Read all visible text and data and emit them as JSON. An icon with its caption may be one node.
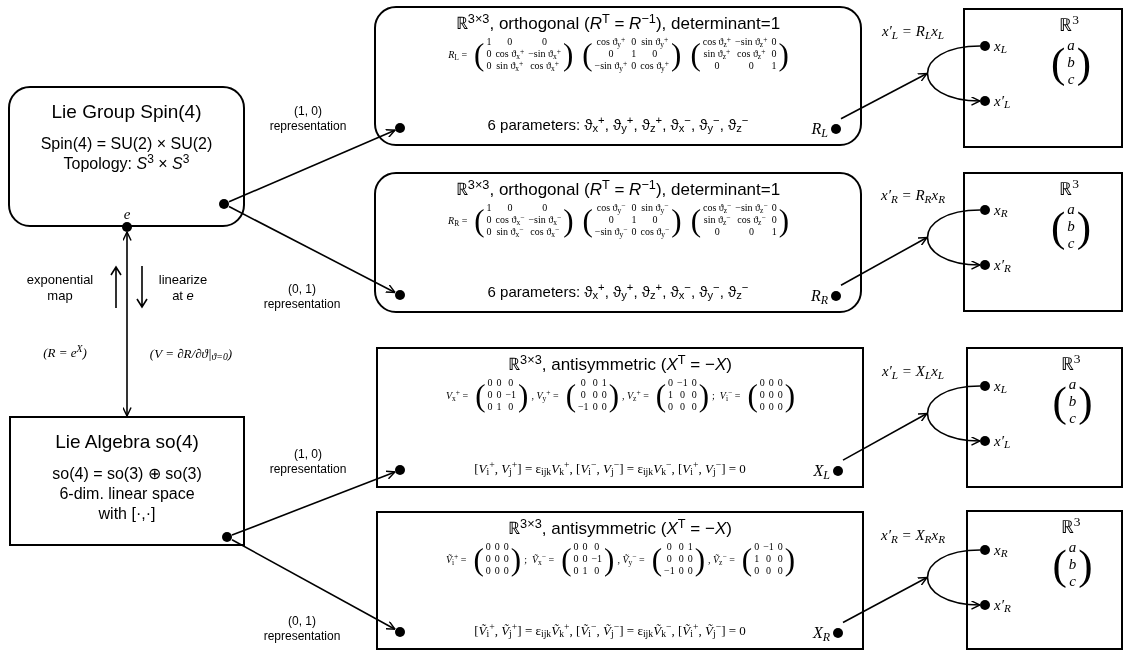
{
  "diagram": {
    "nodes": [
      {
        "text": [
          "Lie Group Spin(4)",
          "Spin(4) = SU(2) × SU(2)",
          "Topology: *S*$^{3}$ × *S*$^{3}$"
        ]
      },
      {
        "text": [],
        "shape": "circle",
        "in": 0
      },
      {
        "text": [
          "e"
        ],
        "in": 0
      },
      {
        "text": [
          "Lie Algebra so(4)",
          "so(4) = so(3) ⊕ so(3)",
          "6-dim. linear space with [·,·]"
        ]
      },
      {
        "text": [],
        "shape": "circle",
        "in": 3
      },
      {
        "text": [
          "ℝ$^{3×3}$, orthogonal (*R*$^{T}$ = *R*$^{−1}$), determinant=1",
          "*R*$_{L}$ = (1  0  0  0  cos ϑ$_{x}$$^{+}$  −sin ϑ$_{x}$$^{+}$  0  sin ϑ$_{x}$$^{+}$  cos ϑ$_{x}$$^{+}$) (cos ϑ$_{y}$$^{+}$  0  sin ϑ$_{y}$$^{+}$  0  1  0  −sin ϑ$_{y}$$^{+}$  0  cos ϑ$_{y}$$^{+}$) (cos ϑ$_{z}$$^{+}$  −sin ϑ$_{z}$$^{+}$  0  sin ϑ$_{z}$$^{+}$  cos ϑ$_{z}$$^{+}$  0  0  0  1)",
          "6 parameters: ϑ$_{x}$$^{+}$, ϑ$_{y}$$^{+}$, ϑ$_{z}$$^{+}$, ϑ$_{x}$$^{−}$, ϑ$_{y}$$^{−}$, ϑ$_{z}$$^{−}$"
        ]
      },
      {
        "text": [],
        "shape": "circle",
        "in": 5
      },
      {
        "text": [
          "R$_{L}$"
        ],
        "in": 5
      },
      {
        "text": [
          "ℝ$^{3}$",
          "(a  b  c)"
        ]
      },
      {
        "text": [
          "x$_{L}$"
        ],
        "in": 8
      },
      {
        "text": [
          "x′$_{L}$"
        ],
        "in": 8
      },
      {
        "text": [
          "ℝ$^{3×3}$, orthogonal (*R*$^{T}$ = *R*$^{−1}$), determinant=1",
          "*R*$_{R}$ = (1  0  0  0  cos ϑ$_{x}$$^{−}$  −sin ϑ$_{x}$$^{−}$  0  sin ϑ$_{x}$$^{−}$  cos ϑ$_{x}$$^{−}$) (cos ϑ$_{y}$$^{−}$  0  sin ϑ$_{y}$$^{−}$  0  1  0  −sin ϑ$_{y}$$^{−}$  0  cos ϑ$_{y}$$^{−}$) (cos ϑ$_{z}$$^{−}$  −sin ϑ$_{z}$$^{−}$  0  sin ϑ$_{z}$$^{−}$  cos ϑ$_{z}$$^{−}$  0  0  0  1)",
          "6 parameters: ϑ$_{x}$$^{+}$, ϑ$_{y}$$^{+}$, ϑ$_{z}$$^{+}$, ϑ$_{x}$$^{−}$, ϑ$_{y}$$^{−}$, ϑ$_{z}$$^{−}$"
        ]
      },
      {
        "text": [],
        "shape": "circle",
        "in": 11
      },
      {
        "text": [
          "R$_{R}$"
        ],
        "in": 11
      },
      {
        "text": [
          "ℝ$^{3}$",
          "(a  b  c)"
        ]
      },
      {
        "text": [
          "x$_{R}$"
        ],
        "in": 14
      },
      {
        "text": [
          "x′$_{R}$"
        ],
        "in": 14
      },
      {
        "text": [
          "ℝ$^{3×3}$, antisymmetric (*X*$^{T}$ = −*X*)",
          "*V*$_{x}$$^{+}$ = (0  0  0  0  0  −1  0  1  0), *V*$_{y}$$^{+}$ = (0  0  1  0  0  0  −1  0  0), *V*$_{z}$$^{+}$ = (0  −1  0  1  0  0  0  0  0);  *V*$_{i}$$^{−}$ = (0  0  0  0  0  0  0  0  0)",
          "[*V*$_{i}$$^{+}$, *V*$_{j}$$^{+}$] = ε$_{ijk}$*V*$_{k}$$^{+}$, [*V*$_{i}$$^{−}$, *V*$_{j}$$^{−}$] = ε$_{ijk}$*V*$_{k}$$^{−}$, [*V*$_{i}$$^{+}$, *V*$_{j}$$^{−}$] = 0"
        ]
      },
      {
        "text": [],
        "shape": "circle",
        "in": 17
      },
      {
        "text": [
          "X$_{L}$"
        ],
        "in": 17
      },
      {
        "text": [
          "ℝ$^{3}$",
          "(a  b  c)"
        ]
      },
      {
        "text": [
          "x$_{L}$"
        ],
        "in": 20
      },
      {
        "text": [
          "x′$_{L}$"
        ],
        "in": 20
      },
      {
        "text": [
          "ℝ$^{3×3}$, antisymmetric (*X*$^{T}$ = −*X*)",
          "*Ṽ*$_{i}$$^{+}$ = (0  0  0  0  0  0  0  0  0);  *Ṽ*$_{x}$$^{−}$ = (0  0  0  0  0  −1  0  1  0), *Ṽ*$_{y}$$^{−}$ = (0  0  1  0  0  0  −1  0  0), *Ṽ*$_{z}$$^{−}$ = (0  −1  0  1  0  0  0  0  0)",
          "[*Ṽ*$_{i}$$^{+}$, *Ṽ*$_{j}$$^{+}$] = ε$_{ijk}$*Ṽ*$_{k}$$^{+}$, [*Ṽ*$_{i}$$^{−}$, *Ṽ*$_{j}$$^{−}$] = ε$_{ijk}$*Ṽ*$_{k}$$^{−}$, [*Ṽ*$_{i}$$^{+}$, *Ṽ*$_{j}$$^{−}$] = 0"
        ]
      },
      {
        "text": [],
        "shape": "circle",
        "in": 23
      },
      {
        "text": [
          "X$_{R}$"
        ],
        "in": 23
      },
      {
        "text": [
          "ℝ$^{3}$",
          "(a  b  c)"
        ]
      },
      {
        "text": [
          "x$_{R}$"
        ],
        "in": 26
      },
      {
        "text": [
          "x′$_{R}$"
        ],
        "in": 26
      }
    ],
    "edges": [
      {
        "from": 1,
        "to": 6,
        "arrow": "to",
        "label": "(1, 0) representation"
      },
      {
        "from": 1,
        "to": 12,
        "arrow": "to",
        "label": "(0, 1) representation"
      },
      {
        "from": 2,
        "to": 3,
        "arrow": "both"
      },
      {
        "from": 4,
        "to": 18,
        "arrow": "to",
        "label": "(1, 0) representation"
      },
      {
        "from": 4,
        "to": 24,
        "arrow": "to",
        "label": "(0, 1) representation"
      },
      {
        "from": 7,
        "to": null,
        "arrow": "to"
      },
      {
        "from": 9,
        "to": 10,
        "arrow": "to"
      },
      {
        "from": 13,
        "to": null,
        "arrow": "to"
      },
      {
        "from": 15,
        "to": 16,
        "arrow": "to"
      },
      {
        "from": 19,
        "to": null,
        "arrow": "to"
      },
      {
        "from": 21,
        "to": 22,
        "arrow": "to"
      },
      {
        "from": 25,
        "to": null,
        "arrow": "to"
      },
      {
        "from": 27,
        "to": 28,
        "arrow": "to"
      }
    ],
    "labels": [
      "exponential map",
      "linearize at *e*",
      "(R = e$^{X}$)",
      "(V = ∂R/∂ϑ|$_{ϑ=0}$)",
      "x′$_{L}$ = R$_{L}$x$_{L}$",
      "x′$_{R}$ = R$_{R}$x$_{R}$",
      "x′$_{L}$ = X$_{L}$x$_{L}$",
      "x′$_{R}$ = X$_{R}$x$_{R}$"
    ]
  }
}
